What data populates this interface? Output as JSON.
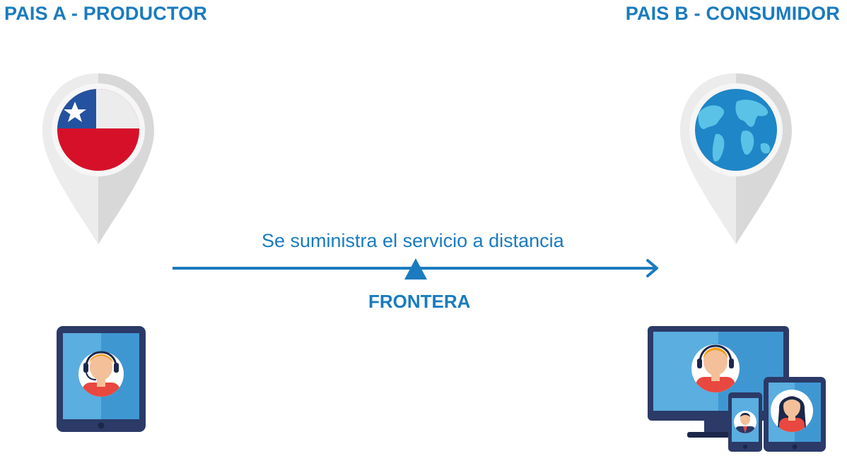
{
  "producer": {
    "heading": "PAIS A - PRODUCTOR",
    "pin_icon": "chile-flag-pin-icon",
    "device_icon": "tablet-agent-icon"
  },
  "consumer": {
    "heading": "PAIS B - CONSUMIDOR",
    "pin_icon": "globe-pin-icon",
    "device_icon": "multi-device-users-icon"
  },
  "flow": {
    "label": "Se suministra el servicio a distancia",
    "border_label": "FRONTERA"
  },
  "colors": {
    "accent": "#1a7bbf",
    "flag_red": "#d7102a",
    "flag_blue": "#2452a0",
    "globe": "#1f86c7",
    "land": "#5bc2e7",
    "device_frame": "#2b3a67",
    "screen": "#5aaee0"
  }
}
